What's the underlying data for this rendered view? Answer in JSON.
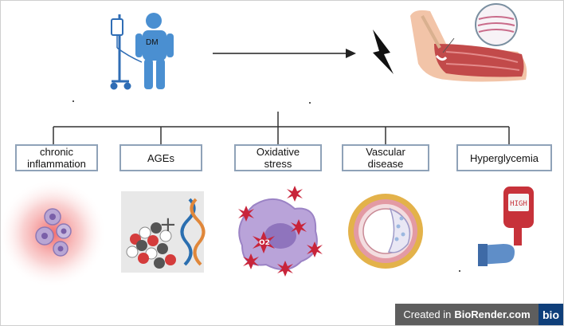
{
  "patient_label": "DM",
  "categories": [
    {
      "id": "inflammation",
      "label": "chronic\ninflammation"
    },
    {
      "id": "ages",
      "label": "AGEs"
    },
    {
      "id": "oxidative",
      "label": "Oxidative\nstress"
    },
    {
      "id": "vascular",
      "label": "Vascular\ndisease"
    },
    {
      "id": "hyperglycemia",
      "label": "Hyperglycemia"
    }
  ],
  "glucose_meter_text": "HIGH",
  "oxygen_label": "O2",
  "watermark": {
    "prefix": "Created in",
    "brand": "BioRender.com",
    "logo": "bio"
  },
  "colors": {
    "box_border": "#8fa2b8",
    "person": "#4a8fd1",
    "lightning": "#111111",
    "badge": "#5e5e5e",
    "logo": "#0f3f7a"
  }
}
